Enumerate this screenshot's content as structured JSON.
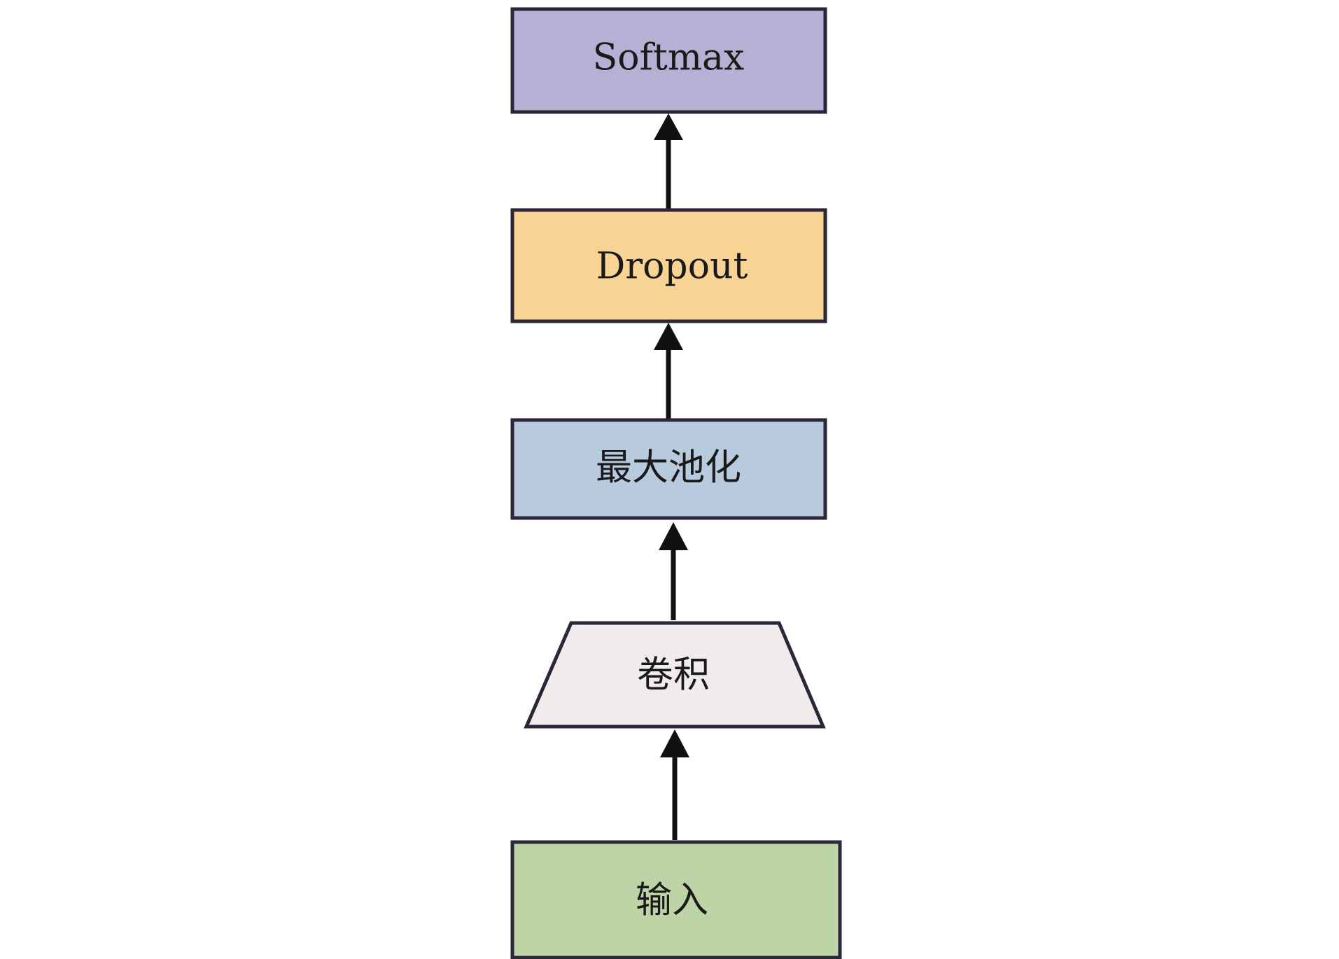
{
  "diagram": {
    "nodes": {
      "softmax": {
        "label": "Softmax",
        "color": "#b8b0d4"
      },
      "dropout": {
        "label": "Dropout",
        "color": "#f7d493"
      },
      "maxpool": {
        "label": "最大池化",
        "color": "#b8cade"
      },
      "conv": {
        "label": "卷积",
        "color": "#f0ecec"
      },
      "input": {
        "label": "输入",
        "color": "#bcd4a6"
      }
    },
    "border_color": "#2b2638",
    "arrow_color": "#111111"
  }
}
